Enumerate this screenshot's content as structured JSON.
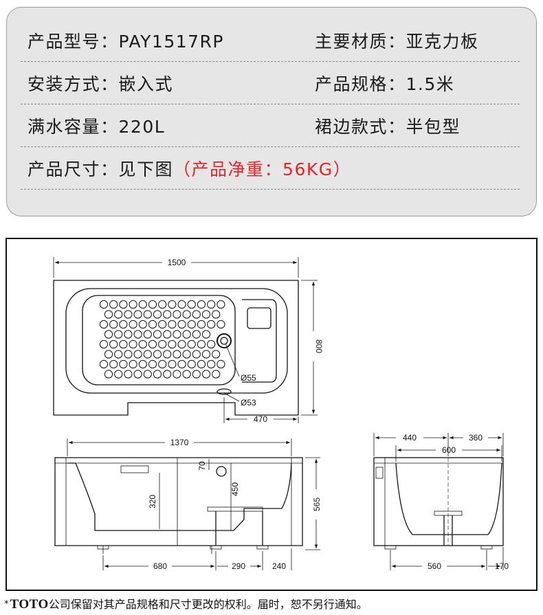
{
  "specs": {
    "model_label": "产品型号：",
    "model_value": "PAY1517RP",
    "material_label": "主要材质：",
    "material_value": "亚克力板",
    "install_label": "安装方式：",
    "install_value": "嵌入式",
    "size_label": "产品规格：",
    "size_value": "1.5米",
    "capacity_label": "满水容量：",
    "capacity_value": "220L",
    "skirt_label": "裙边款式：",
    "skirt_value": "半包型",
    "dimension_label": "产品尺寸：",
    "dimension_value": "见下图",
    "weight_note": "（产品净重：56KG）"
  },
  "colors": {
    "accent_red": "#e0262b",
    "panel_bg": "#e6e6e6"
  },
  "drawing": {
    "top_view": {
      "length": "1500",
      "width": "800",
      "drain_dia": "Ø55",
      "overflow_dia": "Ø53",
      "drain_offset": "470"
    },
    "side_view": {
      "inner_length": "1370",
      "overflow_height": "70",
      "seat_height": "320",
      "water_depth": "450",
      "total_height": "565",
      "seg_a": "680",
      "seg_b": "290",
      "seg_c": "240"
    },
    "end_view": {
      "left_part": "440",
      "right_part": "360",
      "bowl_width": "600",
      "foot_span": "560",
      "foot_offset": "170"
    }
  },
  "footer": {
    "star": "*",
    "brand": "TOTO",
    "notice": "公司保留对其产品规格和尺寸更改的权利。届时，恕不另行通知。"
  }
}
